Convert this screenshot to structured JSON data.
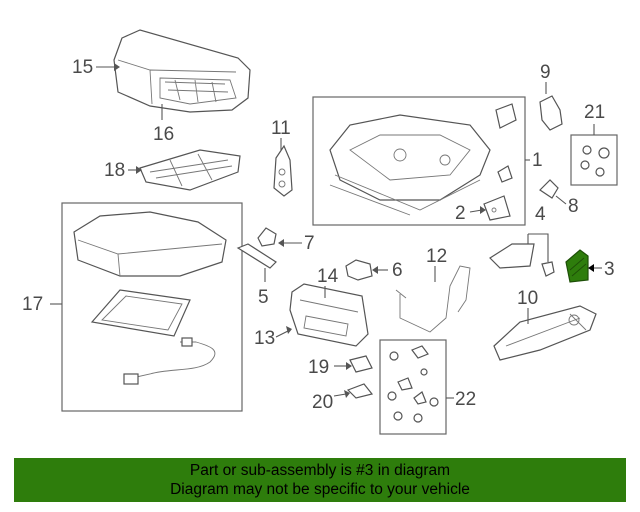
{
  "callouts": {
    "c1": "1",
    "c2": "2",
    "c3": "3",
    "c4": "4",
    "c5": "5",
    "c6": "6",
    "c7": "7",
    "c8": "8",
    "c9": "9",
    "c10": "10",
    "c11": "11",
    "c12": "12",
    "c13": "13",
    "c14": "14",
    "c15": "15",
    "c16": "16",
    "c17": "17",
    "c18": "18",
    "c19": "19",
    "c20": "20",
    "c21": "21",
    "c22": "22"
  },
  "highlighted_part": "3",
  "colors": {
    "highlight": "#2e7d0c",
    "banner_bg": "#2e7d0c"
  },
  "banner": {
    "line1": "Part or sub-assembly is #3 in diagram",
    "line2": "Diagram may not be specific to your vehicle"
  }
}
